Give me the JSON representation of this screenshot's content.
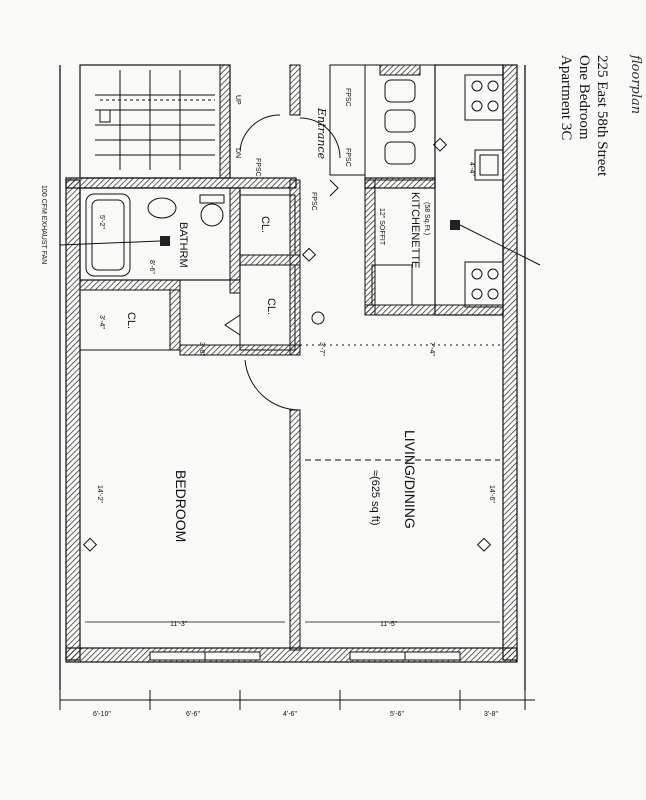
{
  "header": {
    "handwritten": "floorplan",
    "address": "225 East 58th Street",
    "unit_type": "One Bedroom",
    "apartment": "Apartment 3C"
  },
  "rooms": {
    "bedroom": "BEDROOM",
    "living": "LIVING/DINING",
    "living_area": "≈(625 sq ft)",
    "kitchenette": "KITCHENETTE",
    "kitchenette_area": "(58 Sq.Ft.)",
    "bathroom": "BATHRM",
    "closet": "CL.",
    "closet2": "CL.",
    "closet3": "CL."
  },
  "annotations": {
    "entrance": "Entrance",
    "fpsc": "FPSC",
    "exhaust": "100 CFM EXHAUST FAN",
    "up": "UP",
    "dn": "DN",
    "soffit": "12\" SOFFIT"
  },
  "dimensions": {
    "bottom": [
      "6'-10\"",
      "6'-6\"",
      "4'-6\"",
      "5'-6\"",
      "3'-8\""
    ],
    "bedroom_w": "11'-3\"",
    "living_w": "11'-5\"",
    "bedroom_h": "14'-2\"",
    "living_h": "14'-6\"",
    "mid": [
      "3'-8\"",
      "3'-7\"",
      "7'-4\""
    ],
    "kitchen": "4'-4\"",
    "bath": [
      "5'-2\"",
      "8'-6\""
    ],
    "cl": "3'-4\""
  }
}
